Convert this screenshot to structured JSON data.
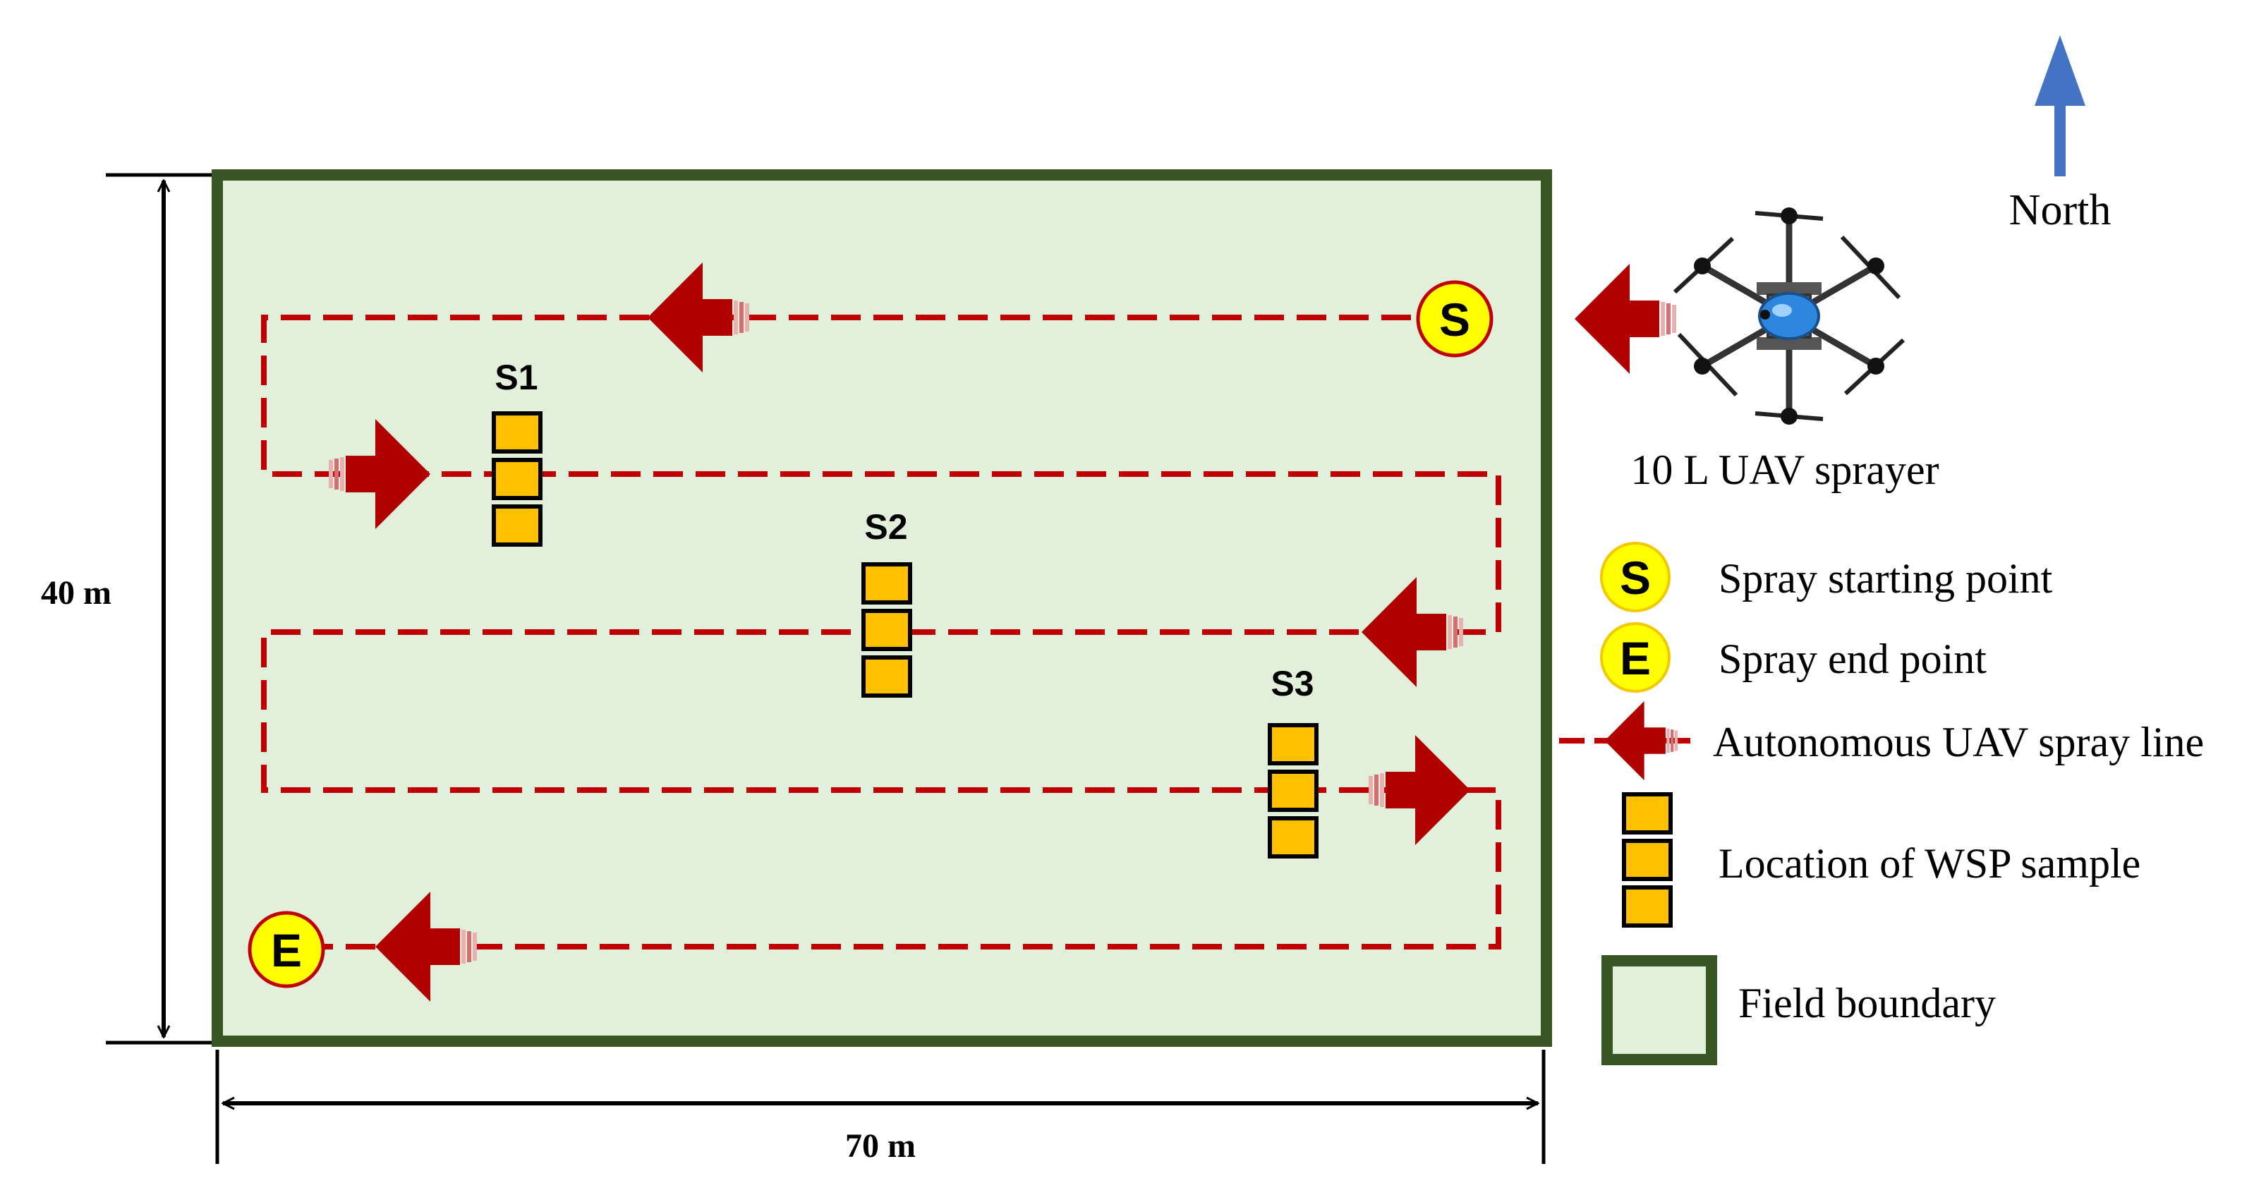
{
  "field": {
    "width_label": "70 m",
    "height_label": "40 m",
    "fill_color": "#e2efda",
    "boundary_color": "#375623"
  },
  "north": {
    "label": "North",
    "arrow_color": "#4472c4"
  },
  "uav": {
    "label": "10 L UAV sprayer",
    "icon": "hexacopter-drone-icon"
  },
  "markers": {
    "start": {
      "letter": "S",
      "color": "#ffff00"
    },
    "end": {
      "letter": "E",
      "color": "#ffff00"
    }
  },
  "spray_line": {
    "color": "#c00000",
    "arrow_color": "#b00000"
  },
  "samples": {
    "color": "#ffc000",
    "stations": [
      {
        "label": "S1"
      },
      {
        "label": "S2"
      },
      {
        "label": "S3"
      }
    ]
  },
  "legend": {
    "start_point": "Spray starting point",
    "end_point": "Spray end point",
    "spray_line": "Autonomous UAV spray line",
    "sample_location": "Location of WSP sample",
    "field_boundary": "Field boundary"
  }
}
